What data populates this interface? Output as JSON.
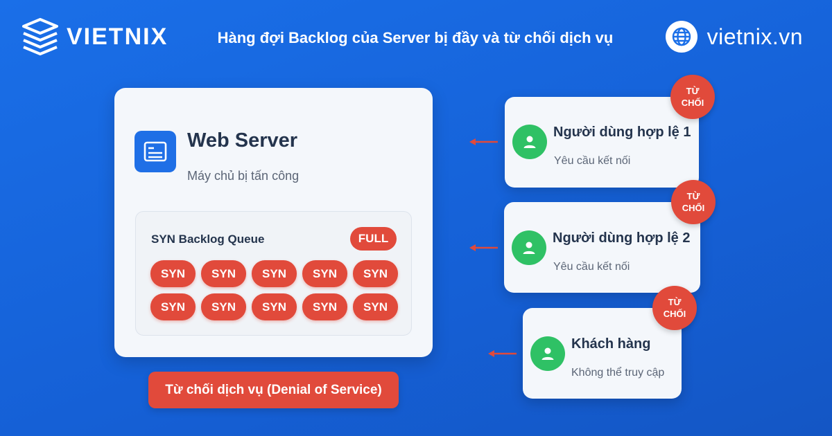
{
  "header": {
    "brand": "VIETNIX",
    "title": "Hàng đợi Backlog của Server bị đầy và từ chối dịch vụ",
    "site": "vietnix.vn"
  },
  "server": {
    "title": "Web Server",
    "subtitle": "Máy chủ bị tấn công",
    "queue_title": "SYN Backlog Queue",
    "status": "FULL",
    "items": [
      "SYN",
      "SYN",
      "SYN",
      "SYN",
      "SYN",
      "SYN",
      "SYN",
      "SYN",
      "SYN",
      "SYN"
    ]
  },
  "outcome": "Từ chối dịch vụ (Denial of Service)",
  "users": [
    {
      "name": "Người dùng hợp lệ 1",
      "note": "Yêu cầu kết nối",
      "reject_line1": "TỪ",
      "reject_line2": "CHỐI"
    },
    {
      "name": "Người dùng hợp lệ 2",
      "note": "Yêu cầu kết nối",
      "reject_line1": "TỪ",
      "reject_line2": "CHỐI"
    },
    {
      "name": "Khách hàng",
      "note": "Không thể truy cập",
      "reject_line1": "TỪ",
      "reject_line2": "CHỐI"
    }
  ],
  "colors": {
    "background": "#1a6fe8",
    "danger": "#e14a3b",
    "user": "#2fc165",
    "server_icon": "#1f6fe6"
  }
}
